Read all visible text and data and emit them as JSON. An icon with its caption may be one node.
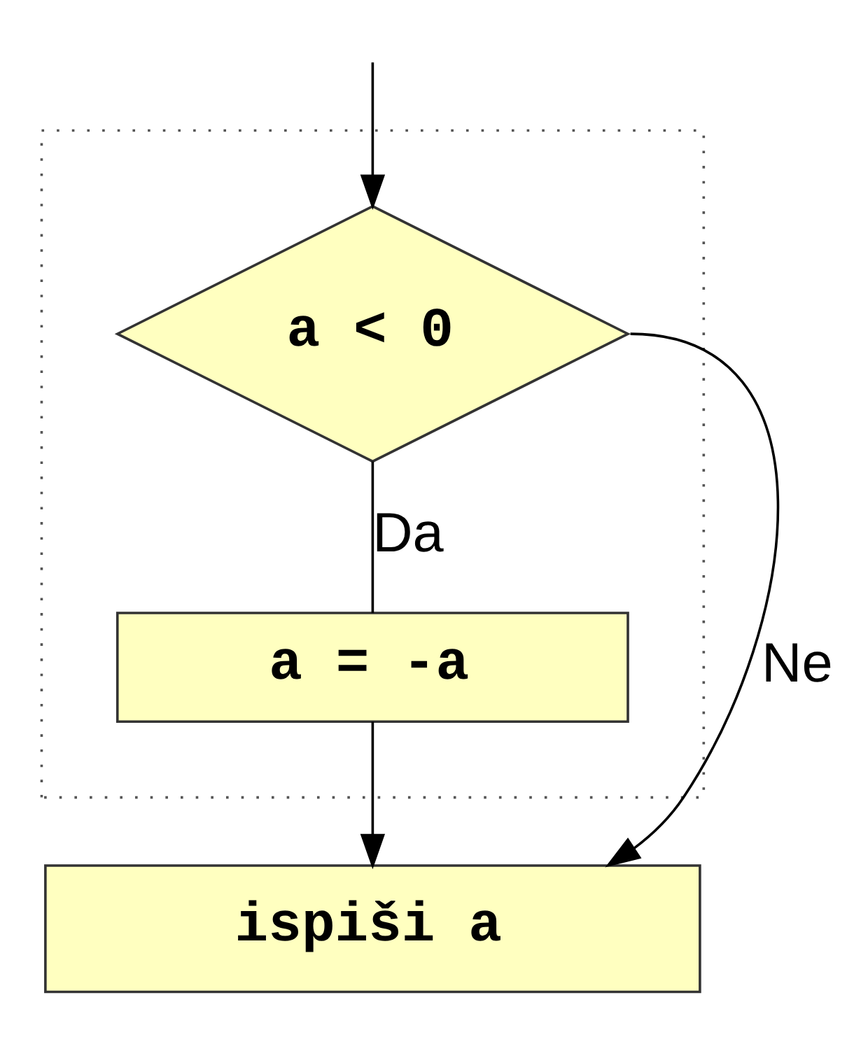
{
  "diagram": {
    "nodes": [
      {
        "text": [],
        "shape": "box"
      },
      {
        "text": [
          "a < 0"
        ],
        "in": 0
      },
      {
        "text": [
          "a = -a"
        ],
        "in": 0
      },
      {
        "text": [
          "ispiši a"
        ]
      }
    ],
    "edges": [
      {
        "from": null,
        "to": 1,
        "arrow": "to"
      },
      {
        "from": 1,
        "to": 2,
        "arrow": "none",
        "label": "Da"
      },
      {
        "from": 2,
        "to": 3,
        "arrow": "to"
      },
      {
        "from": 1,
        "to": 3,
        "arrow": "to",
        "label": "Ne"
      }
    ]
  }
}
